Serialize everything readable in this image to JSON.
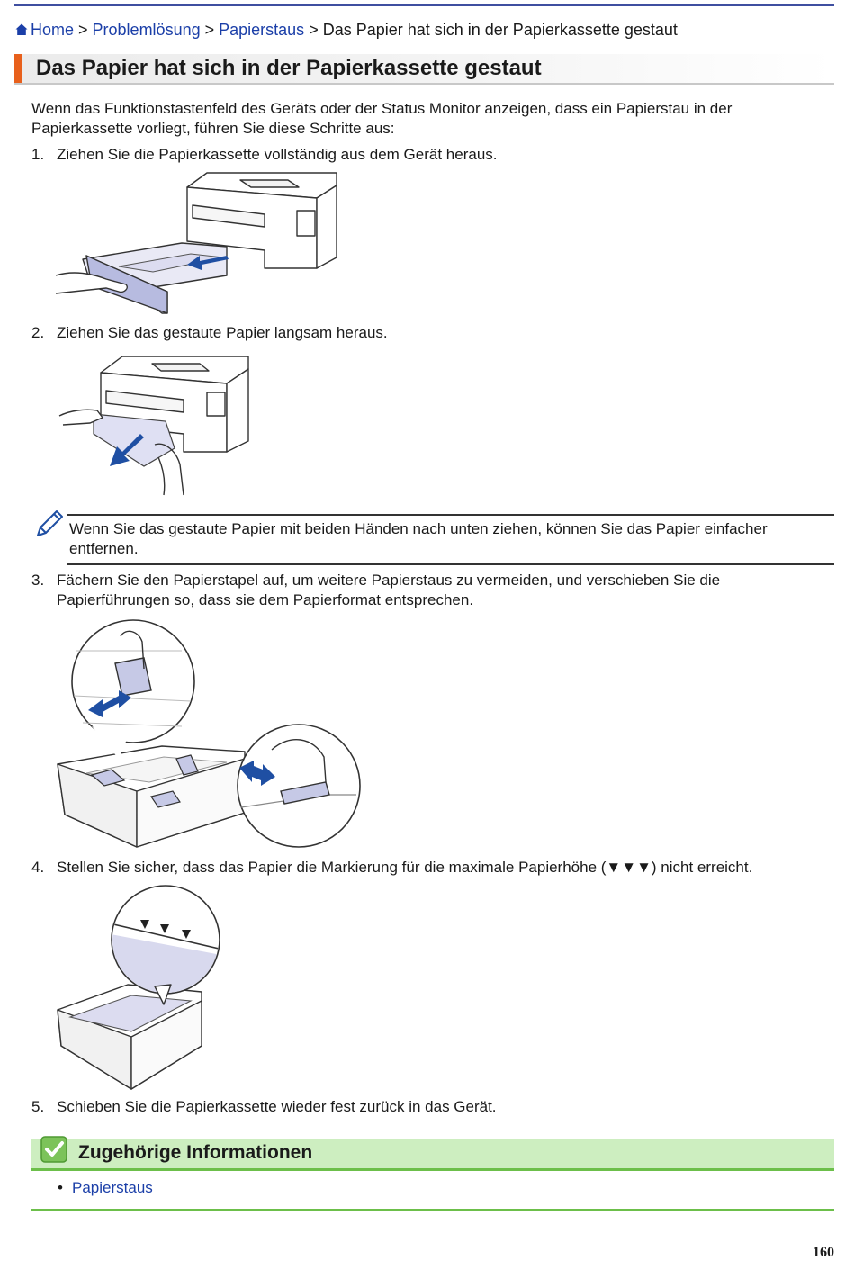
{
  "breadcrumb": {
    "home": "Home",
    "separator": " > ",
    "crumbs": [
      "Problemlösung",
      "Papierstaus"
    ],
    "current": "Das Papier hat sich in der Papierkassette gestaut"
  },
  "title": "Das Papier hat sich in der Papierkassette gestaut",
  "intro": "Wenn das Funktionstastenfeld des Geräts oder der Status Monitor anzeigen, dass ein Papierstau in der Papierkassette vorliegt, führen Sie diese Schritte aus:",
  "steps": [
    {
      "num": "1.",
      "text": "Ziehen Sie die Papierkassette vollständig aus dem Gerät heraus."
    },
    {
      "num": "2.",
      "text": "Ziehen Sie das gestaute Papier langsam heraus."
    },
    {
      "num": "3.",
      "text": "Fächern Sie den Papierstapel auf, um weitere Papierstaus zu vermeiden, und verschieben Sie die Papierführungen so, dass sie dem Papierformat entsprechen."
    },
    {
      "num": "4.",
      "text": "Stellen Sie sicher, dass das Papier die Markierung für die maximale Papierhöhe (▼▼▼) nicht erreicht."
    },
    {
      "num": "5.",
      "text": "Schieben Sie die Papierkassette wieder fest zurück in das Gerät."
    }
  ],
  "note": "Wenn Sie das gestaute Papier mit beiden Händen nach unten ziehen, können Sie das Papier einfacher entfernen.",
  "related": {
    "title": "Zugehörige Informationen",
    "links": [
      "Papierstaus"
    ]
  },
  "page_number": "160",
  "colors": {
    "link": "#1b3fa8",
    "title_accent": "#e8601c",
    "arrow": "#1f4fa3",
    "related_bg": "#cdeec0",
    "related_rule": "#6cbf4a"
  },
  "icons": [
    "home-icon",
    "pencil-note-icon",
    "checkmark-icon"
  ]
}
